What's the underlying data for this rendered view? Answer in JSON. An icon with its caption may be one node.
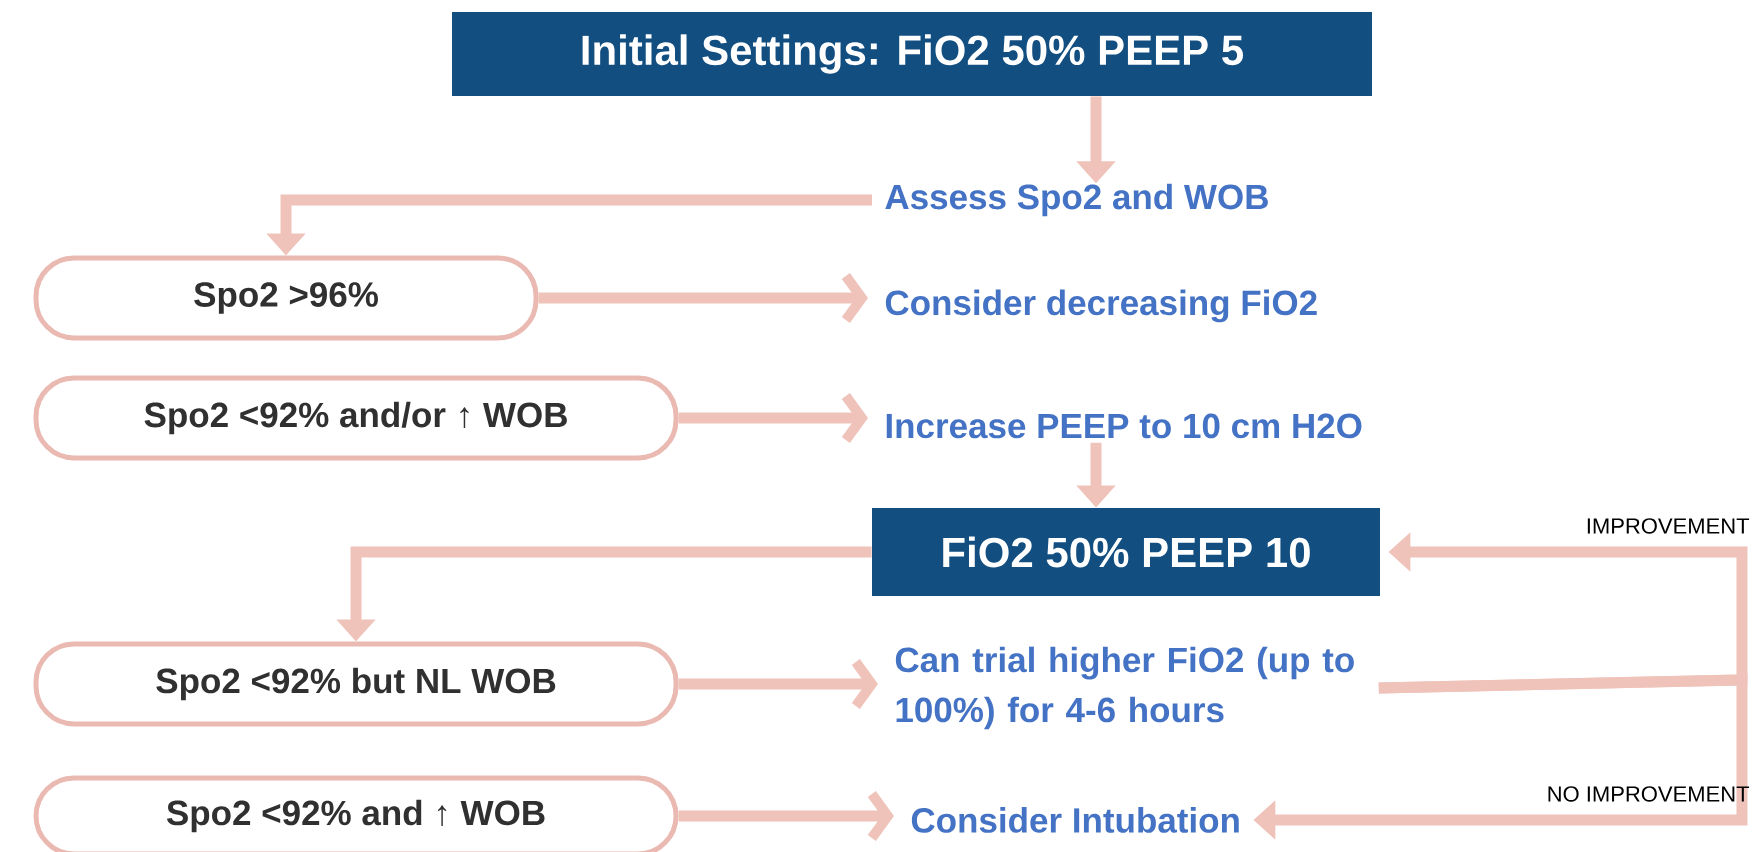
{
  "diagram": {
    "nodes": [
      {
        "text": [
          "Initial Settings: FiO2 50% PEEP 5"
        ]
      },
      {
        "text": [
          "Assess Spo2 and WOB"
        ]
      },
      {
        "text": [
          "Spo2 >96%"
        ]
      },
      {
        "text": [
          "Consider decreasing FiO2"
        ]
      },
      {
        "text": [
          "Spo2 <92% and/or ↑ WOB"
        ]
      },
      {
        "text": [
          "Increase PEEP to 10 cm H2O"
        ]
      },
      {
        "text": [
          "FiO2 50% PEEP 10"
        ]
      },
      {
        "text": [
          "Spo2 <92% but NL WOB"
        ]
      },
      {
        "text": [
          "Can trial higher FiO2 (up to 100%) for 4-6 hours"
        ]
      },
      {
        "text": [
          "Spo2 <92% and ↑ WOB"
        ]
      },
      {
        "text": [
          "Consider Intubation"
        ]
      }
    ],
    "edges": [
      {
        "from": 0,
        "to": 1,
        "arrow": "to"
      },
      {
        "from": 1,
        "to": 2,
        "arrow": "to"
      },
      {
        "from": 2,
        "to": 3,
        "arrow": "to"
      },
      {
        "from": 4,
        "to": 5,
        "arrow": "to"
      },
      {
        "from": 5,
        "to": 6,
        "arrow": "to"
      },
      {
        "from": 6,
        "to": 7,
        "arrow": "to"
      },
      {
        "from": 7,
        "to": 8,
        "arrow": "to"
      },
      {
        "from": 9,
        "to": 10,
        "arrow": "to"
      },
      {
        "from": 8,
        "to": 6,
        "arrow": "to",
        "label": "IMPROVEMENT"
      },
      {
        "from": 8,
        "to": 10,
        "arrow": "to",
        "label": "NO IMPROVEMENT"
      }
    ]
  }
}
